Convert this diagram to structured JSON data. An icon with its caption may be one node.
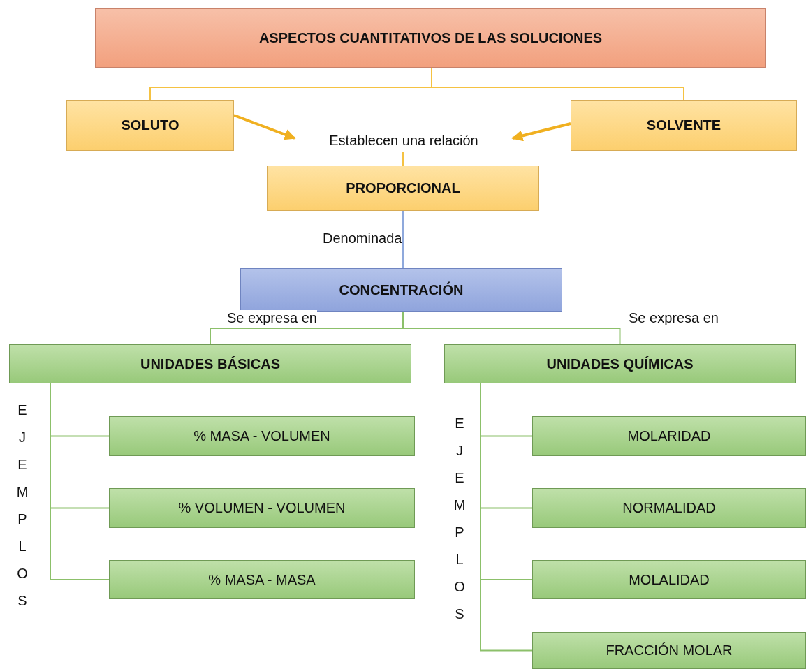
{
  "diagram": {
    "nodes": [
      {
        "text": [
          "ASPECTOS CUANTITATIVOS DE LAS SOLUCIONES"
        ]
      },
      {
        "text": [
          "SOLUTO"
        ]
      },
      {
        "text": [
          "SOLVENTE"
        ]
      },
      {
        "text": [
          "Establecen una relación"
        ]
      },
      {
        "text": [
          "PROPORCIONAL"
        ]
      },
      {
        "text": [
          "CONCENTRACIÓN"
        ]
      },
      {
        "text": [
          "UNIDADES BÁSICAS"
        ]
      },
      {
        "text": [
          "UNIDADES QUÍMICAS"
        ]
      },
      {
        "text": [
          "% MASA - VOLUMEN"
        ]
      },
      {
        "text": [
          "% VOLUMEN - VOLUMEN"
        ]
      },
      {
        "text": [
          "% MASA - MASA"
        ]
      },
      {
        "text": [
          "MOLARIDAD"
        ]
      },
      {
        "text": [
          "NORMALIDAD"
        ]
      },
      {
        "text": [
          "MOLALIDAD"
        ]
      },
      {
        "text": [
          "FRACCIÓN MOLAR"
        ]
      }
    ],
    "edges": [
      {
        "from": 0,
        "to": 1,
        "arrow": "none",
        "color": "#f5c242"
      },
      {
        "from": 0,
        "to": 2,
        "arrow": "none",
        "color": "#f5c242"
      },
      {
        "from": 1,
        "to": 3,
        "arrow": "to",
        "style": "thick",
        "color": "#f0b020"
      },
      {
        "from": 2,
        "to": 3,
        "arrow": "to",
        "style": "thick",
        "color": "#f0b020"
      },
      {
        "from": 3,
        "to": 4,
        "arrow": "none",
        "color": "#f5c242"
      },
      {
        "from": 4,
        "to": 5,
        "arrow": "none",
        "label": "Denominada",
        "color": "#8fa9dc"
      },
      {
        "from": 5,
        "to": 6,
        "arrow": "none",
        "label": "Se expresa en"
      },
      {
        "from": 5,
        "to": 7,
        "arrow": "none",
        "label": "Se expresa en"
      },
      {
        "from": 6,
        "to": 8,
        "arrow": "none"
      },
      {
        "from": 6,
        "to": 9,
        "arrow": "none"
      },
      {
        "from": 6,
        "to": 10,
        "arrow": "none"
      },
      {
        "from": 7,
        "to": 11,
        "arrow": "none"
      },
      {
        "from": 7,
        "to": 12,
        "arrow": "none"
      },
      {
        "from": 7,
        "to": 13,
        "arrow": "none"
      },
      {
        "from": 7,
        "to": 14,
        "arrow": "none"
      }
    ],
    "labels": [
      "EJEMPLOS",
      "EJEMPLOS"
    ]
  }
}
